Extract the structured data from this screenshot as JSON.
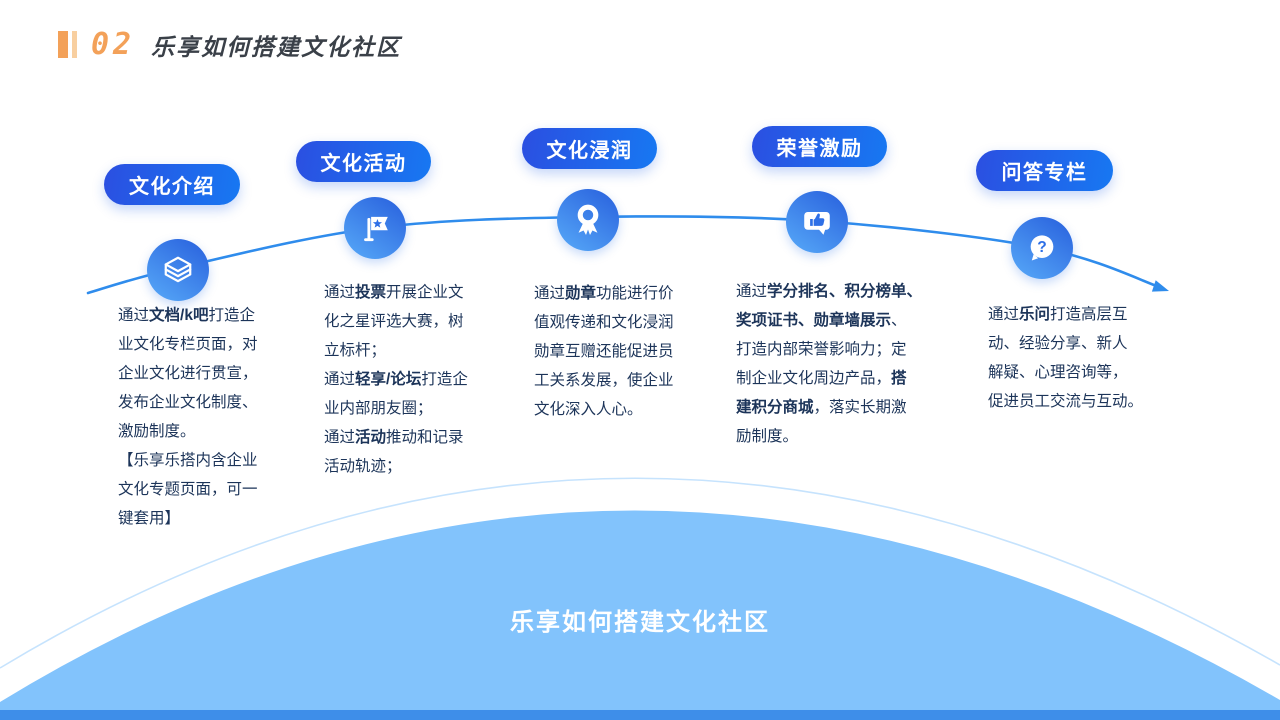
{
  "header": {
    "number": "02",
    "title": "乐享如何搭建文化社区"
  },
  "bottom": {
    "title": "乐享如何搭建文化社区"
  },
  "glyphs": {
    "question_mark": "?"
  },
  "colors": {
    "pill_gradient_start": "#2B4FE1",
    "pill_gradient_end": "#1778F2",
    "node_gradient_start": "#2A63DE",
    "node_gradient_end": "#55A6F7",
    "flow_line": "#2F8CEC",
    "dome_fill": "#82C3FC",
    "dome_outline": "#C6E3FD",
    "bottom_strip": "#3E8EE9",
    "accent_orange": "#F3A159",
    "accent_orange_light": "#F8CFA0",
    "body_text": "#1C3459",
    "header_text": "#3A4048"
  },
  "columns": [
    {
      "pill": "文化介绍",
      "icon": "books-icon",
      "paragraphs": [
        [
          {
            "t": "通过"
          },
          {
            "t": "文档/k吧",
            "b": 1
          },
          {
            "t": "打造企\n业文化专栏页面，对\n企业文化进行贯宣，\n发布企业文化制度、\n激励制度。"
          }
        ],
        [
          {
            "t": "【乐享乐搭内含企业\n文化专题页面，可一\n键套用】"
          }
        ]
      ]
    },
    {
      "pill": "文化活动",
      "icon": "flag-icon",
      "paragraphs": [
        [
          {
            "t": "通过"
          },
          {
            "t": "投票",
            "b": 1
          },
          {
            "t": "开展企业文\n化之星评选大赛，树\n立标杆；"
          }
        ],
        [
          {
            "t": "通过"
          },
          {
            "t": "轻享/论坛",
            "b": 1
          },
          {
            "t": "打造企\n业内部朋友圈；"
          }
        ],
        [
          {
            "t": "通过"
          },
          {
            "t": "活动",
            "b": 1
          },
          {
            "t": "推动和记录\n活动轨迹；"
          }
        ]
      ]
    },
    {
      "pill": "文化浸润",
      "icon": "medal-icon",
      "paragraphs": [
        [
          {
            "t": "通过"
          },
          {
            "t": "勋章",
            "b": 1
          },
          {
            "t": "功能进行价\n值观传递和文化浸润\n勋章互赠还能促进员\n工关系发展，使企业\n文化深入人心。"
          }
        ]
      ]
    },
    {
      "pill": "荣誉激励",
      "icon": "thumbs-up-bubble-icon",
      "paragraphs": [
        [
          {
            "t": "通过"
          },
          {
            "t": "学分排名、积分榜单、\n奖项证书、勋章墙展示",
            "b": 1
          },
          {
            "t": "、\n打造内部荣誉影响力；定\n制企业文化周边产品，"
          },
          {
            "t": "搭\n建积分商城",
            "b": 1
          },
          {
            "t": "，落实长期激\n励制度。"
          }
        ]
      ]
    },
    {
      "pill": "问答专栏",
      "icon": "question-bubble-icon",
      "paragraphs": [
        [
          {
            "t": "通过"
          },
          {
            "t": "乐问",
            "b": 1
          },
          {
            "t": "打造高层互\n动、经验分享、新人\n解疑、心理咨询等，\n促进员工交流与互动。"
          }
        ]
      ]
    }
  ]
}
